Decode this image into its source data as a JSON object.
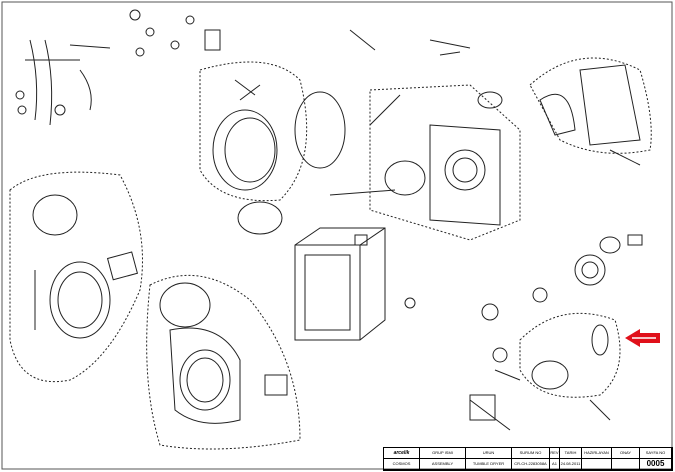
{
  "diagram": {
    "pointer_arrow_color": "#e0101a",
    "line_color": "#222222"
  },
  "title_block": {
    "brand": "arcelik",
    "headers": [
      "GRUP ISMI",
      "URUN",
      "SURUM NO",
      "REV",
      "TARIH",
      "HAZIRLAYAN",
      "ONAY",
      "SAYFA NO"
    ],
    "values": [
      "ASSEMBLY",
      "TUMBLE DRYER",
      "CR-CH-2283058A",
      "A1",
      "24.08.2011",
      "",
      "",
      "0005"
    ],
    "row_label": "COSMOS"
  }
}
